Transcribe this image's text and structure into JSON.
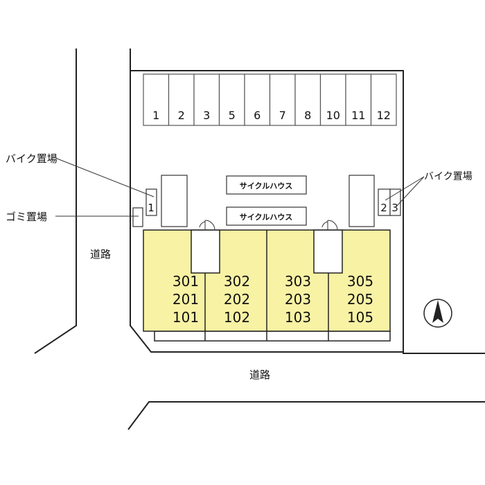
{
  "parking": [
    "1",
    "2",
    "3",
    "5",
    "6",
    "7",
    "8",
    "10",
    "11",
    "12"
  ],
  "bike_left_number": "1",
  "bike_right_numbers": [
    "2",
    "3"
  ],
  "cycle_house": [
    "サイクルハウス",
    "サイクルハウス"
  ],
  "units": [
    [
      "301",
      "201",
      "101"
    ],
    [
      "302",
      "202",
      "102"
    ],
    [
      "303",
      "203",
      "103"
    ],
    [
      "305",
      "205",
      "105"
    ]
  ],
  "labels": {
    "bike_left": "バイク置場",
    "garbage": "ゴミ置場",
    "road_left": "道路",
    "road_bottom": "道路",
    "bike_right": "バイク置場"
  },
  "colors": {
    "unit_fill": "#f8f2a4",
    "line": "#222222"
  }
}
